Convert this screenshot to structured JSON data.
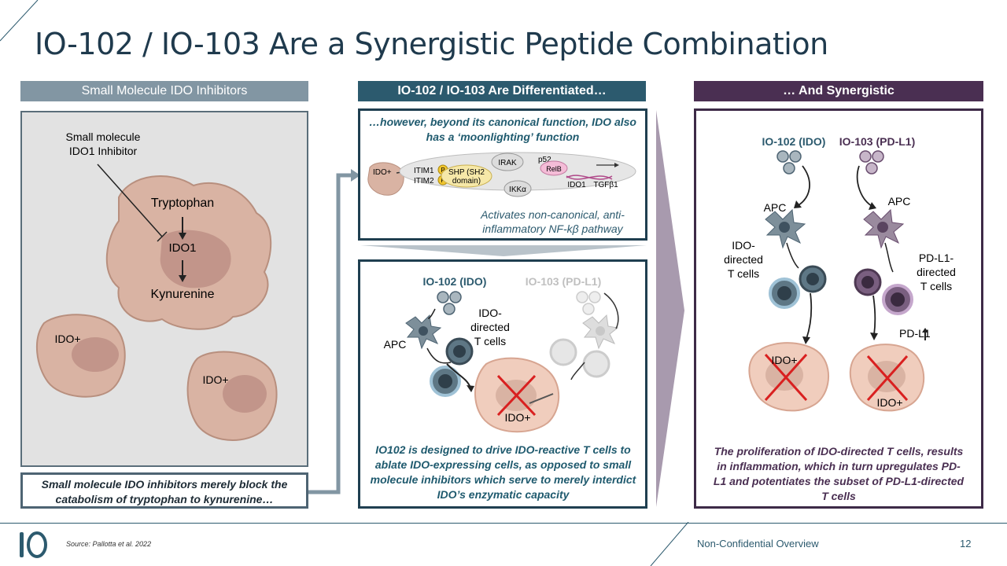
{
  "title": "IO-102 / IO-103 Are a Synergistic Peptide Combination",
  "headers": {
    "left": "Small Molecule IDO Inhibitors",
    "middle": "IO-102 / IO-103 Are Differentiated…",
    "right": "… And Synergistic"
  },
  "left_panel": {
    "inhibitor_label_1": "Small molecule",
    "inhibitor_label_2": "IDO1 Inhibitor",
    "tryptophan": "Tryptophan",
    "ido1": "IDO1",
    "kynurenine": "Kynurenine",
    "ido_plus_1": "IDO+",
    "ido_plus_2": "IDO+",
    "caption_1": "Small molecule IDO inhibitors merely block the",
    "caption_2": "catabolism of tryptophan to kynurenine…"
  },
  "middle_top": {
    "heading_1": "…however, beyond its canonical function, IDO also",
    "heading_2": "has a ‘moonlighting’ function",
    "ido_plus": "IDO+",
    "itim1": "ITIM1",
    "itim2": "ITIM2",
    "p": "P",
    "shp_1": "SHP (SH2",
    "shp_2": "domain)",
    "irak": "IRAK",
    "p52": "p52",
    "relb": "RelB",
    "ikka": "IKKα",
    "ido1": "IDO1",
    "tgfb1": "TGFβ1",
    "note_1": "Activates non-canonical, anti-",
    "note_2": "inflammatory NF-kβ pathway"
  },
  "middle_bottom": {
    "io102": "IO-102 (IDO)",
    "io103": "IO-103 (PD-L1)",
    "ido_directed_1": "IDO-",
    "ido_directed_2": "directed",
    "ido_directed_3": "T cells",
    "apc": "APC",
    "ido_plus": "IDO+",
    "caption_1": "IO102 is designed to drive IDO-reactive T cells to",
    "caption_2": "ablate IDO-expressing cells, as opposed to small",
    "caption_3": "molecule inhibitors which serve to merely interdict",
    "caption_4": "IDO’s enzymatic capacity"
  },
  "right_panel": {
    "io102": "IO-102 (IDO)",
    "io103": "IO-103 (PD-L1)",
    "apc_left": "APC",
    "apc_right": "APC",
    "ido_directed_1": "IDO-",
    "ido_directed_2": "directed",
    "ido_directed_3": "T cells",
    "pdl1_directed_1": "PD-L1-",
    "pdl1_directed_2": "directed",
    "pdl1_directed_3": "T cells",
    "pdl1_up": "PD-L1",
    "ido_plus_left": "IDO+",
    "ido_plus_right": "IDO+",
    "caption_1": "The proliferation of IDO-directed T cells, results",
    "caption_2": "in inflammation, which in turn upregulates PD-",
    "caption_3": "L1 and potentiates the subset of PD-L1-directed",
    "caption_4": "T cells"
  },
  "footer": {
    "source": "Source: Pallotta et al. 2022",
    "label": "Non-Confidential Overview",
    "page": "12"
  },
  "colors": {
    "teal": "#2c5a6e",
    "purple": "#4a2f52",
    "grey_header": "#8296a3",
    "cell_pink": "#d9b3a3",
    "cross_red": "#d92020"
  }
}
